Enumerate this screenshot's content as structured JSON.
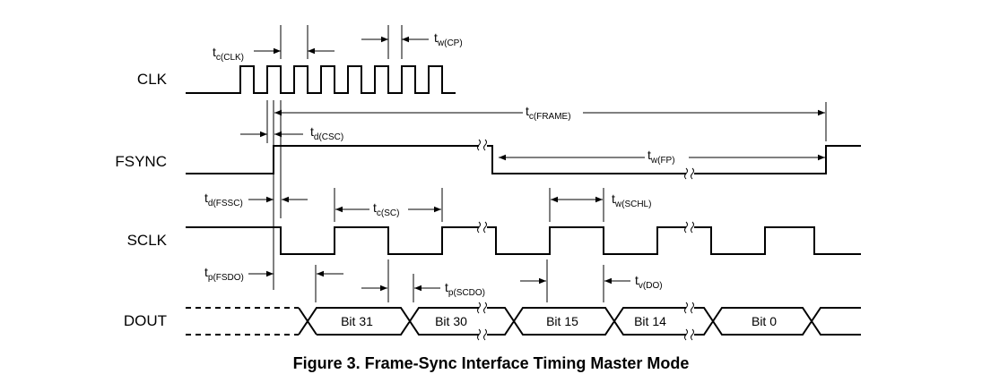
{
  "figure": {
    "caption": "Figure 3.  Frame-Sync Interface Timing Master Mode"
  },
  "signals": {
    "clk": "CLK",
    "fsync": "FSYNC",
    "sclk": "SCLK",
    "dout": "DOUT"
  },
  "params": {
    "tc_clk": {
      "main": "t",
      "sub": "c(CLK)"
    },
    "tw_cp": {
      "main": "t",
      "sub": "w(CP)"
    },
    "tc_frame": {
      "main": "t",
      "sub": "c(FRAME)"
    },
    "td_csc": {
      "main": "t",
      "sub": "d(CSC)"
    },
    "tw_fp": {
      "main": "t",
      "sub": "w(FP)"
    },
    "td_fssc": {
      "main": "t",
      "sub": "d(FSSC)"
    },
    "tc_sc": {
      "main": "t",
      "sub": "c(SC)"
    },
    "tw_schl": {
      "main": "t",
      "sub": "w(SCHL)"
    },
    "tp_fsdo": {
      "main": "t",
      "sub": "p(FSDO)"
    },
    "tp_scdo": {
      "main": "t",
      "sub": "p(SCDO)"
    },
    "tv_do": {
      "main": "t",
      "sub": "v(DO)"
    }
  },
  "bits": [
    "Bit 31",
    "Bit 30",
    "Bit 15",
    "Bit 14",
    "Bit 0"
  ]
}
